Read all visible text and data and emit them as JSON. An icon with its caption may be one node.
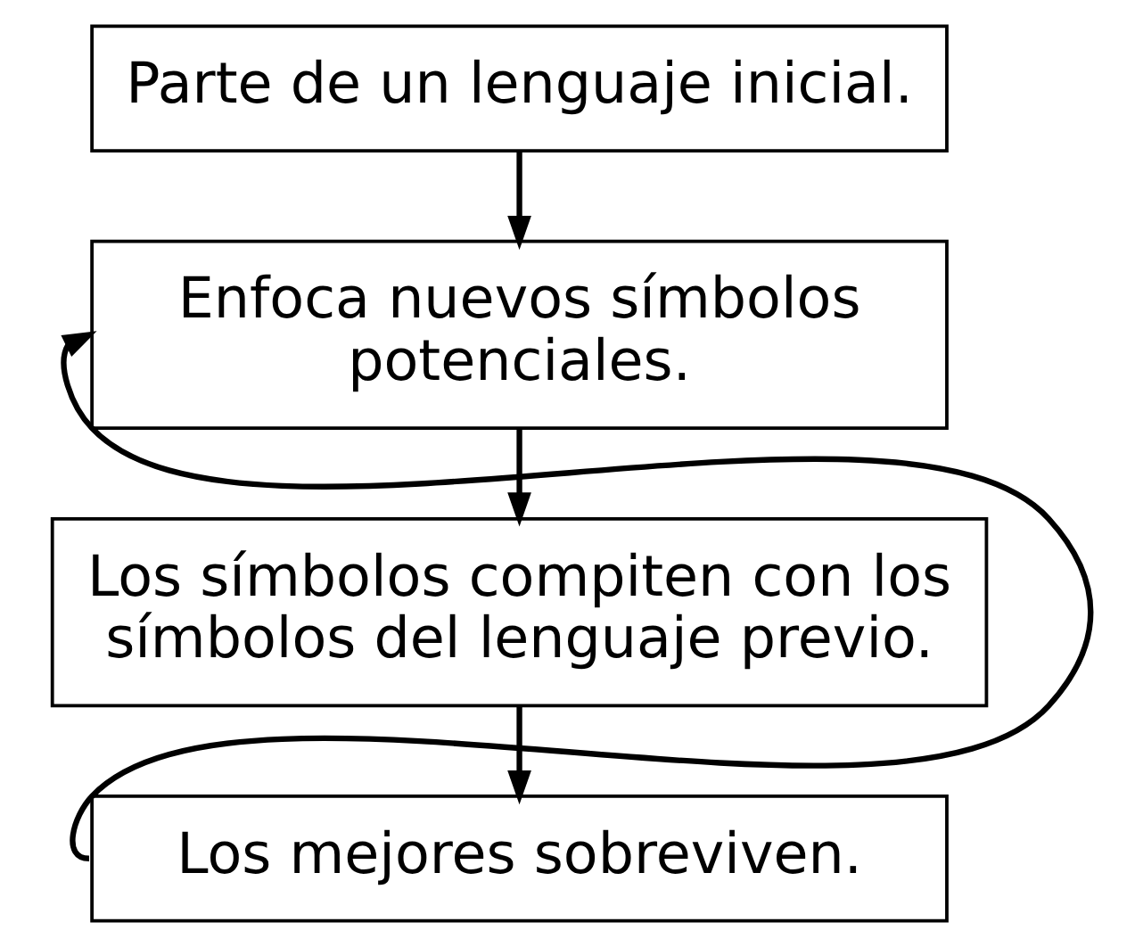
{
  "diagram": {
    "nodes": [
      {
        "text": [
          "Parte de un lenguaje inicial."
        ]
      },
      {
        "text": [
          "Enfoca nuevos símbolos potenciales."
        ]
      },
      {
        "text": [
          "Los símbolos compiten con los símbolos del lenguaje previo."
        ]
      },
      {
        "text": [
          "Los mejores sobreviven."
        ]
      }
    ],
    "edges": [
      {
        "from": 0,
        "to": 1,
        "arrow": "to"
      },
      {
        "from": 1,
        "to": 2,
        "arrow": "to"
      },
      {
        "from": 2,
        "to": 3,
        "arrow": "to"
      },
      {
        "from": 3,
        "to": 1,
        "arrow": "to"
      }
    ]
  }
}
